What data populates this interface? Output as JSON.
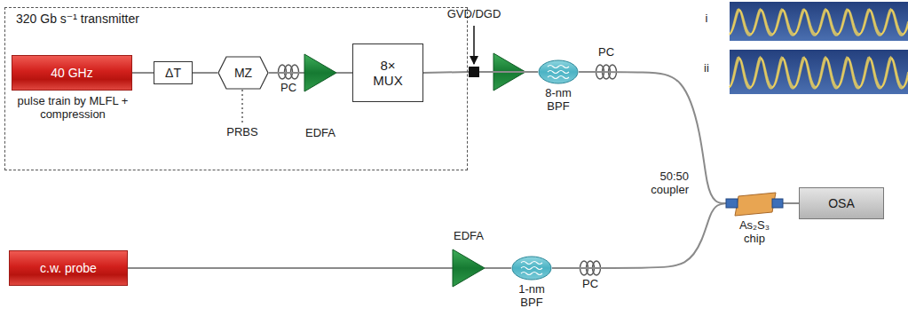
{
  "diagram": {
    "nodes": [
      {
        "text": [
          "320 Gb s⁻¹ transmitter"
        ]
      },
      {
        "text": [
          "40 GHz",
          "pulse train by MLFL + compression"
        ],
        "in": 0
      },
      {
        "text": [
          "ΔT"
        ],
        "in": 0
      },
      {
        "text": [
          "MZ"
        ],
        "in": 0
      },
      {
        "text": [
          "EDFA"
        ],
        "in": 0
      },
      {
        "text": [
          "8× MUX"
        ],
        "in": 0
      },
      {
        "text": [
          "GVD/DGD"
        ]
      },
      {
        "text": [
          "8-nm BPF"
        ]
      },
      {
        "text": [
          "As₂S₃ chip"
        ]
      },
      {
        "text": [
          "OSA"
        ]
      },
      {
        "text": [
          "c.w. probe"
        ]
      },
      {
        "text": [
          "EDFA"
        ]
      },
      {
        "text": [
          "1-nm BPF"
        ]
      }
    ],
    "edges": [
      {
        "from": 1,
        "to": 2,
        "arrow": "none"
      },
      {
        "from": 2,
        "to": 3,
        "arrow": "none"
      },
      {
        "from": 3,
        "to": 4,
        "arrow": "none"
      },
      {
        "from": 4,
        "to": 5,
        "arrow": "none"
      },
      {
        "from": 5,
        "to": 6,
        "arrow": "none"
      },
      {
        "from": 6,
        "to": 7,
        "arrow": "none"
      },
      {
        "from": 7,
        "to": 8,
        "arrow": "none"
      },
      {
        "from": 8,
        "to": 9,
        "arrow": "none"
      },
      {
        "from": 10,
        "to": 11,
        "arrow": "none"
      },
      {
        "from": 11,
        "to": 12,
        "arrow": "none"
      },
      {
        "from": 12,
        "to": 8,
        "arrow": "none"
      }
    ],
    "labels": [
      "PRBS",
      "PC",
      "PC",
      "50:50 coupler",
      "PC",
      "i",
      "ii"
    ]
  }
}
